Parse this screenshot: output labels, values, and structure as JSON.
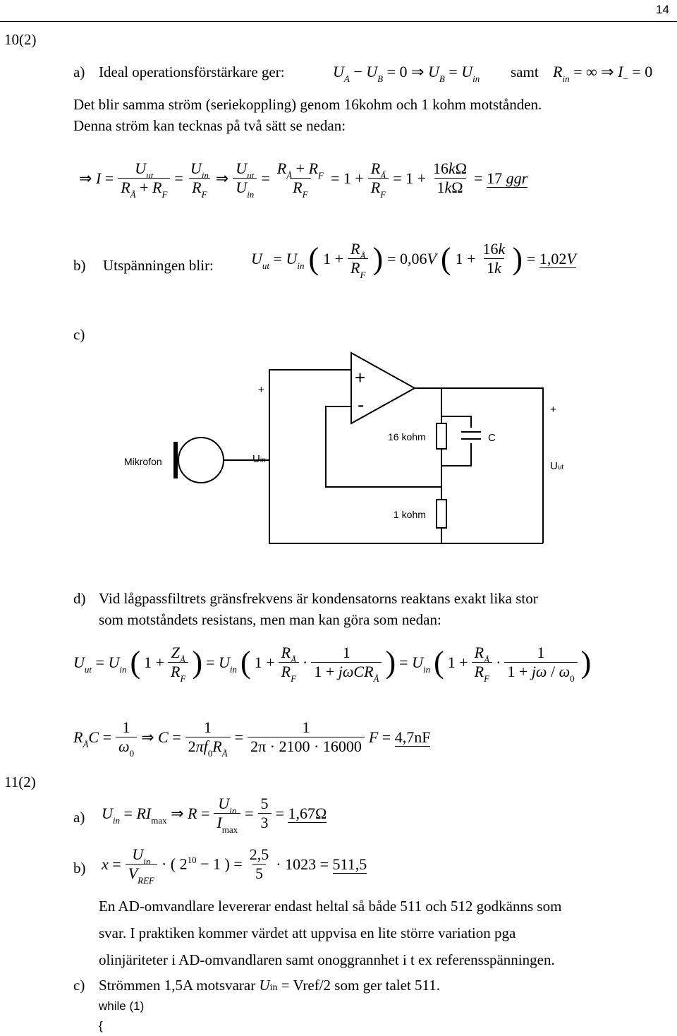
{
  "page_number": "14",
  "problem10": {
    "label": "10(2)",
    "a_label": "a)",
    "a_text": "Ideal operationsförstärkare ger:",
    "a_text2": "samt",
    "line2": "Det blir samma ström (seriekoppling) genom 16kohm och 1 kohm motstånden.",
    "line3": "Denna ström kan tecknas på två sätt se nedan:",
    "eq1_result": "17",
    "eq1_ggr": "ggr",
    "b_label": "b)",
    "b_text": "Utspänningen blir:",
    "b_val": "0,06",
    "b_result": "1,02",
    "c_label": "c)",
    "d_label": "d)",
    "d_line1": "Vid lågpassfiltrets gränsfrekvens är kondensatorns reaktans exakt lika stor",
    "d_line2": "som motståndets resistans, men man kan göra som nedan:",
    "d_calc": "2π · 2100 · 16000",
    "d_result": "4,7nF"
  },
  "circuit": {
    "mic_label": "Mikrofon",
    "plus_in": "+",
    "uin_label": "U",
    "uin_sub": "in",
    "opamp_plus": "+",
    "opamp_minus": "-",
    "r16_label": "16 kohm",
    "c_label": "C",
    "r1_label": "1 kohm",
    "plus_out": "+",
    "uut_label": "U",
    "uut_sub": "ut"
  },
  "problem11": {
    "label": "11(2)",
    "a_label": "a)",
    "a_num": "5",
    "a_den": "3",
    "a_result": "1,67Ω",
    "b_label": "b)",
    "b_num": "2,5",
    "b_den": "5",
    "b_val": "1023",
    "b_result": "511,5",
    "para1": "En AD-omvandlare levererar endast heltal så både 511 och 512 godkänns som",
    "para2": "svar. I praktiken kommer värdet att uppvisa en lite större variation pga",
    "para3": "olinjäriteter i AD-omvandlaren samt onoggrannhet i t ex referensspänningen.",
    "c_label": "c)",
    "c_text_pre": "Strömmen 1,5A motsvarar ",
    "c_text_post": " = Vref/2 som ger talet 511.",
    "code1": "while (1)",
    "code2": "{"
  }
}
